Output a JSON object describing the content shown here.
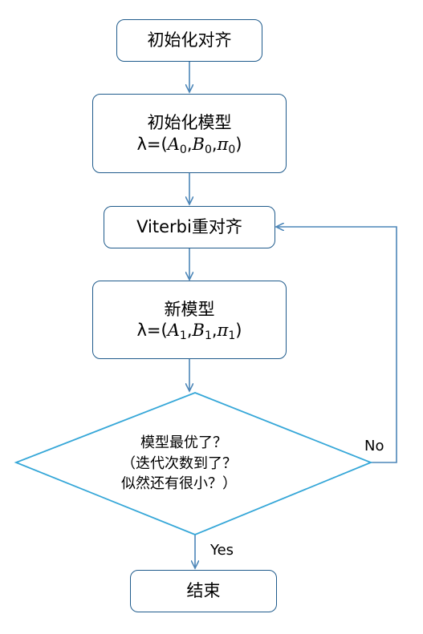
{
  "diagram": {
    "nodes": {
      "init_align": {
        "label": "初始化对齐"
      },
      "init_model": {
        "label": "初始化模型",
        "lambda": "λ=(",
        "a": "A",
        "a_sub": "0",
        "b": "B",
        "b_sub": "0",
        "pi": "π",
        "pi_sub": "0",
        "close": ")"
      },
      "viterbi_realign": {
        "label": "Viterbi重对齐"
      },
      "new_model": {
        "label": "新模型",
        "lambda": "λ=(",
        "a": "A",
        "a_sub": "1",
        "b": "B",
        "b_sub": "1",
        "pi": "π",
        "pi_sub": "1",
        "close": ")"
      },
      "decision": {
        "line1": "模型最优了？",
        "line2": "（迭代次数到了？",
        "line3": "似然还有很小？）"
      },
      "end": {
        "label": "结束"
      }
    },
    "edges": {
      "no_label": "No",
      "yes_label": "Yes"
    },
    "colors": {
      "box_border": "#1f5b8c",
      "decision_border": "#36a7d8",
      "arrow": "#4c86b8"
    }
  }
}
